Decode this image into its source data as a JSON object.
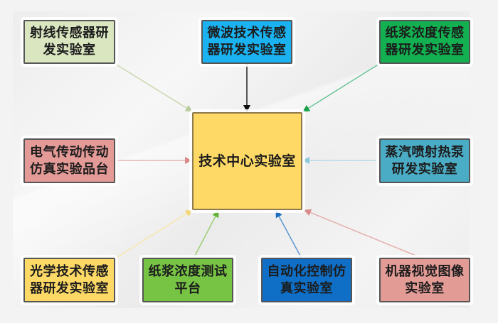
{
  "center": {
    "label": "技术中心实验室",
    "color": "#fed966"
  },
  "nodes": [
    {
      "id": "ray",
      "line1": "射线传感器研",
      "line2": "发实验室",
      "color": "#d9e6c0",
      "arrow": "#b8cc9a"
    },
    {
      "id": "microwave",
      "line1": "微波技术传感",
      "line2": "器研发实验室",
      "color": "#1ab2f0",
      "arrow": "#111111"
    },
    {
      "id": "pulp-sensor",
      "line1": "纸浆浓度传感",
      "line2": "器研发实验室",
      "color": "#12b050",
      "arrow": "#5cbf8a"
    },
    {
      "id": "electric-drive",
      "line1": "电气传动传动",
      "line2": "仿真实验品台",
      "color": "#e49a96",
      "arrow": "#e2a6a4"
    },
    {
      "id": "steam-pump",
      "line1": "蒸汽喷射热泵",
      "line2": "研发实验室",
      "color": "#4bacc6",
      "arrow": "#a8d6e3"
    },
    {
      "id": "optical",
      "line1": "光学技术传感",
      "line2": "器研发实验室",
      "color": "#fed966",
      "arrow": "#f9e3a4"
    },
    {
      "id": "pulp-test",
      "line1": "纸浆浓度测试",
      "line2": "平台",
      "color": "#77c445",
      "arrow": "#8fcb6a"
    },
    {
      "id": "automation",
      "line1": "自动化控制仿",
      "line2": "真实验室",
      "color": "#0f6fc6",
      "arrow": "#4d8fcf"
    },
    {
      "id": "machine-vision",
      "line1": "机器视觉图像",
      "line2": "实验室",
      "color": "#e39b96",
      "arrow": "#e2a7a3"
    }
  ]
}
